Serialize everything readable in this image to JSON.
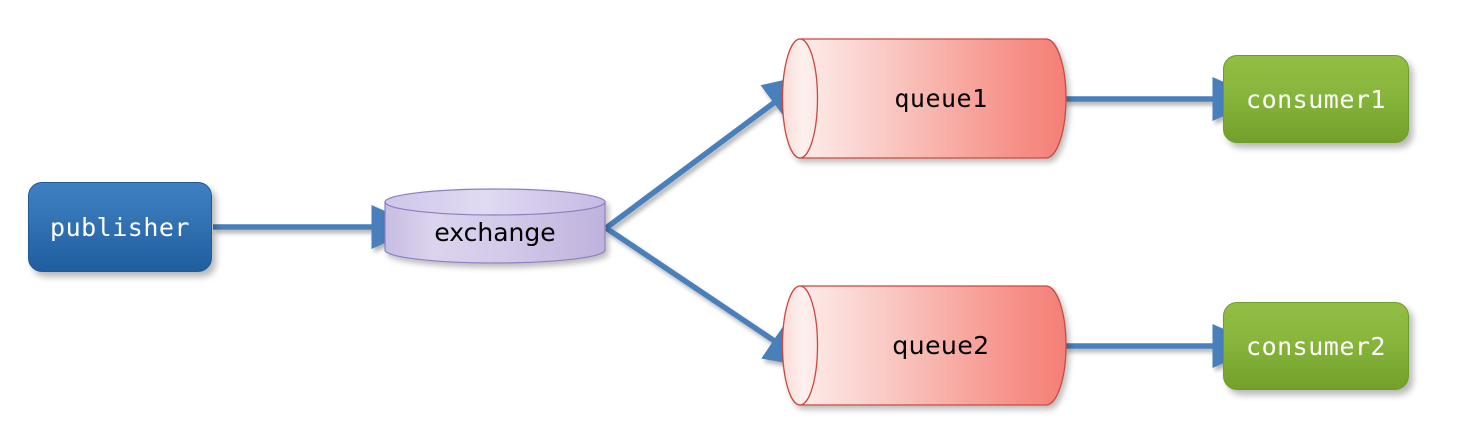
{
  "diagram": {
    "title": "publisher-exchange-queue-consumer message flow",
    "background": "#ffffff",
    "nodes": {
      "publisher": {
        "label": "publisher",
        "shape": "rounded-rect",
        "color": "#3273b4"
      },
      "exchange": {
        "label": "exchange",
        "shape": "cylinder-vertical",
        "color": "#cbc3e8"
      },
      "queue1": {
        "label": "queue1",
        "shape": "cylinder-horizontal",
        "color": "#f4867f"
      },
      "queue2": {
        "label": "queue2",
        "shape": "cylinder-horizontal",
        "color": "#f4867f"
      },
      "consumer1": {
        "label": "consumer1",
        "shape": "rounded-rect",
        "color": "#88b53b"
      },
      "consumer2": {
        "label": "consumer2",
        "shape": "rounded-rect",
        "color": "#88b53b"
      }
    },
    "edges": [
      {
        "name": "publisher-to-exchange",
        "from": "publisher",
        "to": "exchange",
        "color": "#4a7fba"
      },
      {
        "name": "exchange-to-queue1",
        "from": "exchange",
        "to": "queue1",
        "color": "#4a7fba"
      },
      {
        "name": "exchange-to-queue2",
        "from": "exchange",
        "to": "queue2",
        "color": "#4a7fba"
      },
      {
        "name": "queue1-to-consumer1",
        "from": "queue1",
        "to": "consumer1",
        "color": "#4a7fba"
      },
      {
        "name": "queue2-to-consumer2",
        "from": "queue2",
        "to": "consumer2",
        "color": "#4a7fba"
      }
    ]
  }
}
